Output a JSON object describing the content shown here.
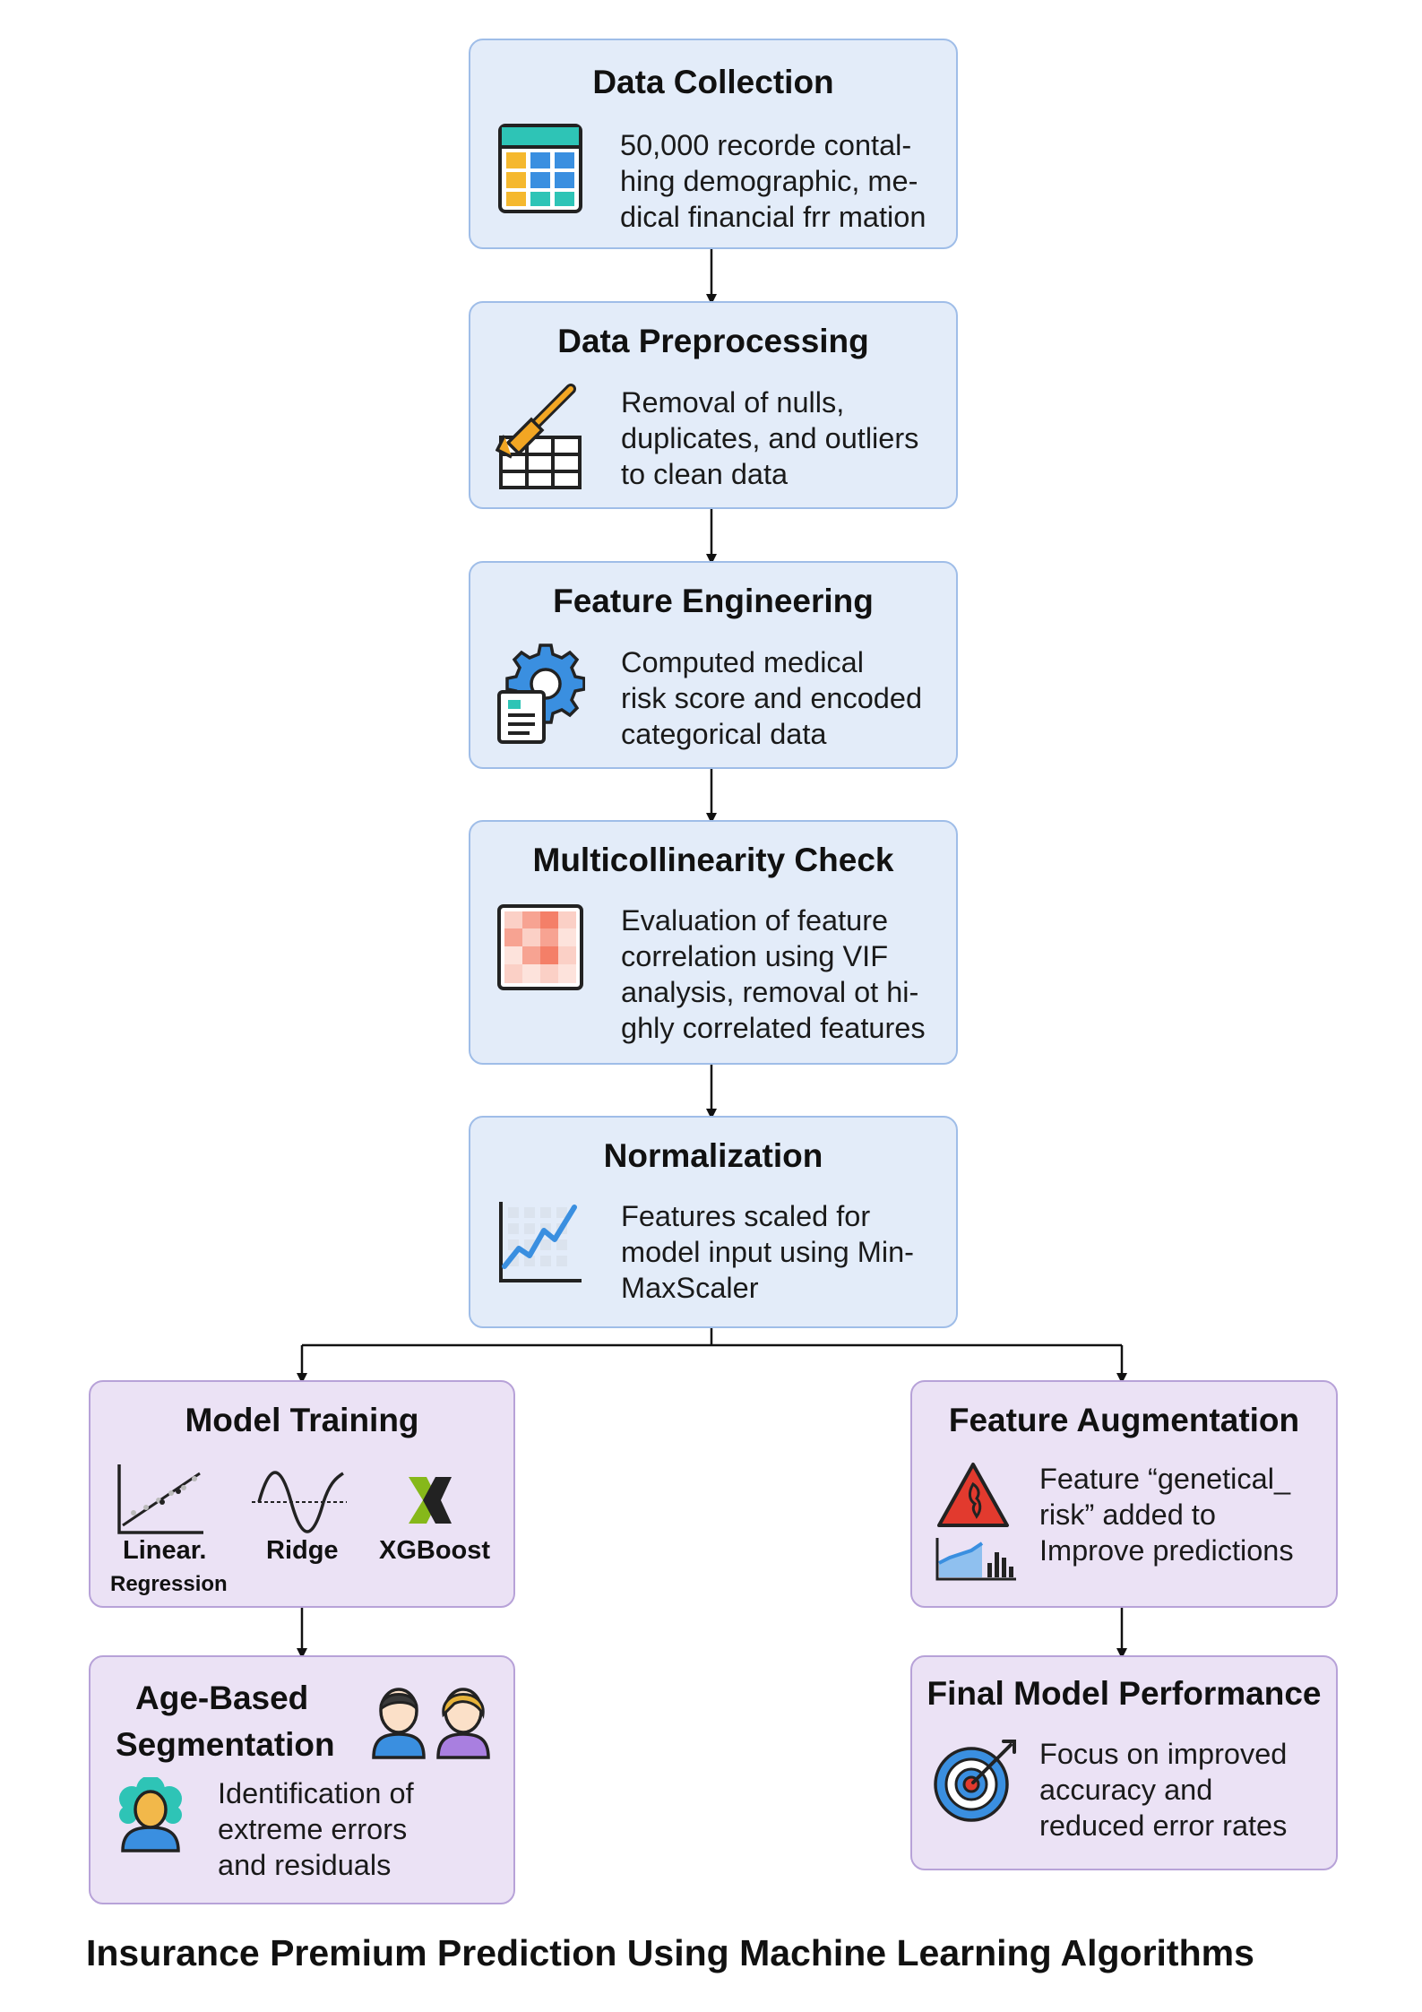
{
  "steps": {
    "data_collection": {
      "title": "Data Collection",
      "lines": [
        "50,000 recorde contal-",
        "hing demographic, me-",
        "dical financial frr mation"
      ]
    },
    "data_preprocessing": {
      "title": "Data Preprocessing",
      "lines": [
        "Removal of nulls,",
        "duplicates, and outliers",
        "to clean data"
      ]
    },
    "feature_engineering": {
      "title": "Feature Engineering",
      "lines": [
        "Computed medical",
        "risk score and encoded",
        "categorical data"
      ]
    },
    "multicollinearity": {
      "title": "Multicollinearity Check",
      "lines": [
        "Evaluation of feature",
        "correlation using  VIF",
        "analysis, removal ot hi-",
        "ghly correlated features"
      ]
    },
    "normalization": {
      "title": "Normalization",
      "lines": [
        "Features scaled for",
        "model input using Min-",
        "MaxScaler"
      ]
    },
    "model_training": {
      "title": "Model Training",
      "models": [
        "Linear.",
        "Regression",
        "Ridge",
        "XGBoost"
      ]
    },
    "feature_augmentation": {
      "title": "Feature Augmentation",
      "lines": [
        "Feature “genetical_",
        "risk” added to",
        "Improve predictions"
      ]
    },
    "age_segmentation": {
      "title_lines": [
        "Age-Based",
        "Segmentation"
      ],
      "lines": [
        "Identification of",
        "extreme errors",
        "and residuals"
      ]
    },
    "final_performance": {
      "title": "Final Model Performance",
      "lines": [
        "Focus on improved",
        "accuracy and",
        "reduced error rates"
      ]
    }
  },
  "caption": "Insurance Premium Prediction Using Machine Learning Algorithms",
  "colors": {
    "blue_fill": "#e3ecf9",
    "blue_border": "#9fbde8",
    "purple_fill": "#ebe2f5",
    "purple_border": "#b7a2d8",
    "accent_blue": "#3a8fe0",
    "accent_red": "#e23a2e",
    "xgboost_green": "#86b81a"
  },
  "icons": [
    "table-icon",
    "broom-grid-icon",
    "gear-document-icon",
    "heatmap-icon",
    "line-chart-icon",
    "regression-plot-icon",
    "sine-wave-icon",
    "xgboost-logo-icon",
    "warning-triangle-icon",
    "area-chart-icon",
    "two-people-icon",
    "person-icon",
    "target-icon"
  ]
}
